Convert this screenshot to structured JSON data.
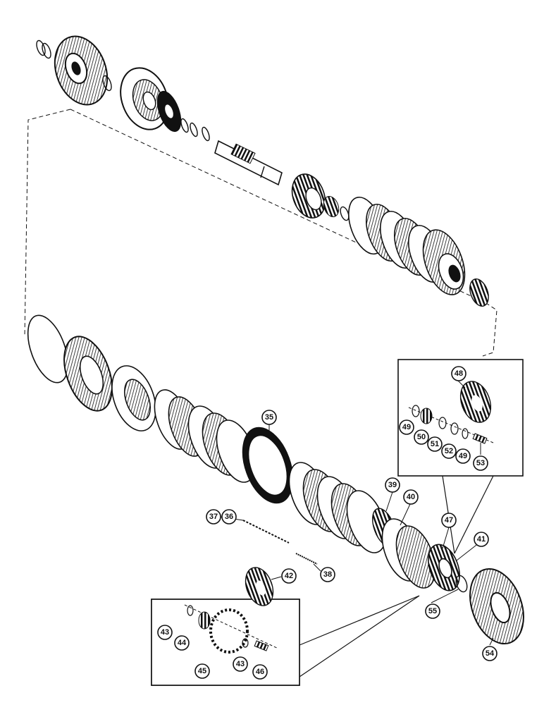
{
  "callouts": {
    "c35": "35",
    "c36": "36",
    "c37": "37",
    "c38": "38",
    "c39": "39",
    "c40": "40",
    "c41": "41",
    "c42": "42",
    "c43a": "43",
    "c43b": "43",
    "c44": "44",
    "c45": "45",
    "c46": "46",
    "c47": "47",
    "c48": "48",
    "c49a": "49",
    "c49b": "49",
    "c50": "50",
    "c51": "51",
    "c52": "52",
    "c53": "53",
    "c54": "54",
    "c55": "55"
  },
  "colors": {
    "ink": "#111111",
    "paper": "#ffffff",
    "shade": "#2a2a2a"
  }
}
